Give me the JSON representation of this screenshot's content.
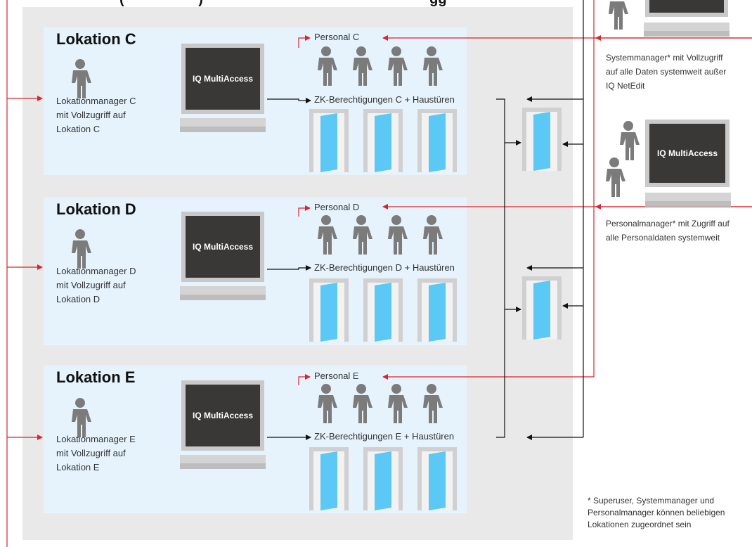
{
  "header": {
    "partial_title": "(                   )                                                          gg"
  },
  "locations": [
    {
      "title": "Lokation C",
      "manager_lines": [
        "Lokationmanager C",
        "mit Vollzugriff auf",
        "Lokation C"
      ],
      "computer_label": "IQ MultiAccess",
      "personal_label": "Personal C",
      "access_label": "ZK-Berechtigungen C + Haustüren"
    },
    {
      "title": "Lokation D",
      "manager_lines": [
        "Lokationmanager D",
        "mit Vollzugriff auf",
        "Lokation D"
      ],
      "computer_label": "IQ MultiAccess",
      "personal_label": "Personal D",
      "access_label": "ZK-Berechtigungen D + Haustüren"
    },
    {
      "title": "Lokation E",
      "manager_lines": [
        "Lokationmanager E",
        "mit Vollzugriff auf",
        "Lokation E"
      ],
      "computer_label": "IQ MultiAccess",
      "personal_label": "Personal E",
      "access_label": "ZK-Berechtigungen E + Haustüren"
    }
  ],
  "system_manager": {
    "lines": [
      "Systemmanager*  mit Vollzugriff",
      "auf alle Daten systemweit außer",
      "IQ NetEdit"
    ]
  },
  "personal_manager": {
    "computer_label": "IQ MultiAccess",
    "lines": [
      "Personalmanager* mit Zugriff auf",
      "alle Personaldaten systemweit"
    ]
  },
  "footnote": {
    "lines": [
      "* Superuser, Systemmanager und",
      "Personalmanager können beliebigen",
      "Lokationen zugeordnet sein"
    ]
  },
  "colors": {
    "red": "#d9262e",
    "person": "#7b7b7b",
    "door_blue": "#5bc8f5",
    "monitor_screen": "#3a3836",
    "location_bg": "#e6f3fc",
    "outer_bg": "#e9e9e9"
  }
}
